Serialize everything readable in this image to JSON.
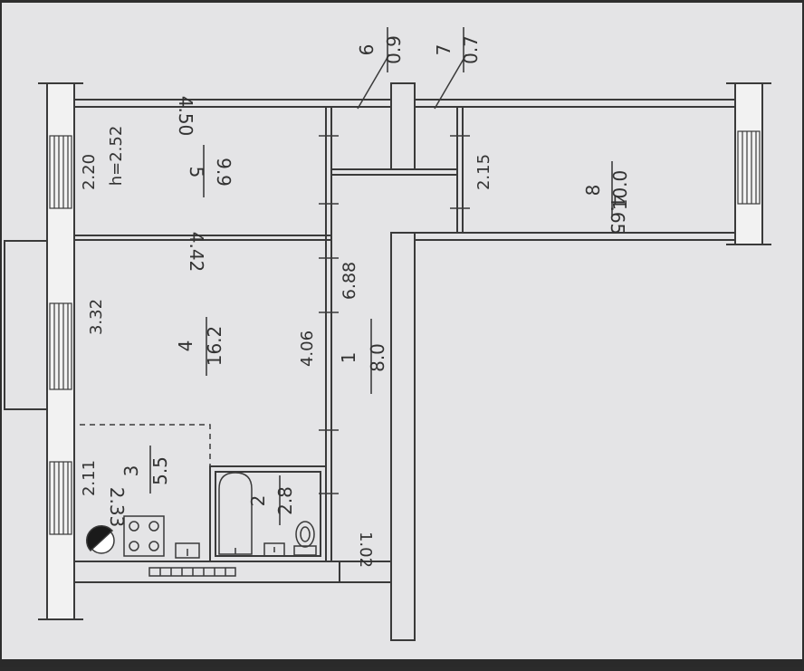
{
  "header_mark": "h=2.52",
  "rooms": [
    {
      "id": "1",
      "area": "8.0",
      "dims": [
        "6.88",
        "1.02"
      ]
    },
    {
      "id": "2",
      "area": "2.8",
      "dims": []
    },
    {
      "id": "3",
      "area": "5.5",
      "dims": [
        "2.33",
        "2.11"
      ]
    },
    {
      "id": "4",
      "area": "16.2",
      "dims": [
        "3.32",
        "4.42",
        "4.06"
      ]
    },
    {
      "id": "5",
      "area": "9.9",
      "dims": [
        "2.20",
        "4.50"
      ]
    },
    {
      "id": "6",
      "area": "0.9",
      "dims": []
    },
    {
      "id": "7",
      "area": "0.7",
      "dims": []
    },
    {
      "id": "8",
      "area": "10.0",
      "dims": [
        "2.15",
        "4.65"
      ]
    }
  ]
}
